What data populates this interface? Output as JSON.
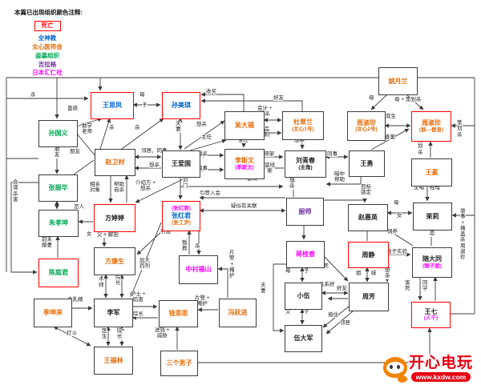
{
  "legend": {
    "title": "本篇已出现组织颜色注释:",
    "items": [
      {
        "l": {
          "t": "死亡",
          "c": "#ff0000"
        },
        "cls": "box"
      },
      {
        "l": {
          "t": "全神教",
          "c": "#0066cc"
        }
      },
      {
        "l": {
          "t": "女心医师会",
          "c": "#e36c0a"
        }
      },
      {
        "l": {
          "t": "盗墓组织",
          "c": "#00a651"
        }
      },
      {
        "l": {
          "t": "吉拉格",
          "c": "#7030a0"
        }
      },
      {
        "l": {
          "t": "日本汇仁社",
          "c": "#ff00ff"
        }
      }
    ]
  },
  "nodes": [
    {
      "style": "left:472px;top:84px;width:47px;height:33px",
      "l": [
        {
          "t": "姚月兰",
          "c": "#e36c0a"
        }
      ]
    },
    {
      "style": "left:113px;top:115px;width:52px;height:32px",
      "cls": "red",
      "l": [
        {
          "t": "王思凤",
          "c": "#0066cc"
        }
      ]
    },
    {
      "style": "left:202px;top:115px;width:46px;height:32px",
      "cls": "red",
      "l": [
        {
          "t": "孙美琪",
          "c": "#0066cc"
        }
      ]
    },
    {
      "style": "left:433px;top:139px;width:46px;height:35px",
      "l": [
        {
          "t": "周淑珍",
          "c": "#e36c0a"
        },
        {
          "t": "(女心2号)",
          "c": "#e36c0a",
          "fs": 6.5
        }
      ]
    },
    {
      "style": "left:513px;top:139px;width:48px;height:36px",
      "cls": "red",
      "l": [
        {
          "t": "周淑珍",
          "c": "#e36c0a"
        },
        {
          "t": "(损—替身)",
          "c": "#e36c0a",
          "fs": 6.5
        }
      ]
    },
    {
      "style": "left:48px;top:150px;width:47px;height:32px",
      "l": [
        {
          "t": "孙国义",
          "c": "#00a651"
        }
      ]
    },
    {
      "style": "left:280px;top:139px;width:48px;height:34px",
      "l": [
        {
          "t": "吴大福",
          "c": "#e36c0a"
        }
      ]
    },
    {
      "style": "left:352px;top:139px;width:50px;height:34px",
      "l": [
        {
          "t": "杜翠兰",
          "c": "#e36c0a"
        },
        {
          "t": "(女心1号)",
          "c": "#e36c0a",
          "fs": 6.5
        }
      ]
    },
    {
      "style": "left:118px;top:186px;width:49px;height:32px",
      "l": [
        {
          "t": "赵卫材",
          "c": "#e36c0a"
        }
      ]
    },
    {
      "style": "left:202px;top:188px;width:46px;height:32px",
      "l": [
        {
          "t": "王爱国",
          "c": "#222222"
        }
      ]
    },
    {
      "style": "left:280px;top:186px;width:48px;height:36px",
      "l": [
        {
          "t": "李斯文",
          "c": "#e36c0a"
        },
        {
          "t": "(季斯文)",
          "c": "#ff00ff",
          "fs": 6.5
        }
      ]
    },
    {
      "style": "left:355px;top:188px;width:50px;height:32px",
      "l": [
        {
          "t": "刘青春",
          "c": "#222222"
        },
        {
          "t": "(主角)",
          "c": "#222222",
          "fs": 6.5
        }
      ]
    },
    {
      "style": "left:435px;top:188px;width:43px;height:31px",
      "l": [
        {
          "t": "王勇",
          "c": "#222222"
        }
      ]
    },
    {
      "style": "left:513px;top:198px;width:49px;height:33px",
      "l": [
        {
          "t": "王素",
          "c": "#e36c0a"
        }
      ]
    },
    {
      "style": "left:48px;top:218px;width:47px;height:32px",
      "l": [
        {
          "t": "张振华",
          "c": "#00a651"
        }
      ]
    },
    {
      "style": "left:357px;top:247px;width:45px;height:33px",
      "l": [
        {
          "t": "厨师",
          "c": "#7030a0"
        }
      ]
    },
    {
      "style": "left:434px;top:255px;width:48px;height:32px",
      "l": [
        {
          "t": "赵惠英",
          "c": "#222222"
        }
      ]
    },
    {
      "style": "left:515px;top:253px;width:47px;height:33px",
      "l": [
        {
          "t": "茉莉",
          "c": "#222222"
        }
      ]
    },
    {
      "style": "left:117px;top:255px;width:50px;height:33px",
      "cls": "red",
      "l": [
        {
          "t": "方婷婷",
          "c": "#222222"
        }
      ]
    },
    {
      "style": "left:48px;top:262px;width:48px;height:32px",
      "l": [
        {
          "t": "朱孝坤",
          "c": "#00a651"
        }
      ]
    },
    {
      "style": "left:202px;top:251px;width:46px;height:36px",
      "cls": "red",
      "l": [
        {
          "t": "(张红君)",
          "c": "#ff00ff",
          "fs": 6.5
        },
        {
          "t": "张红君",
          "c": "#0066cc"
        },
        {
          "t": "(张工尹)",
          "c": "#e36c0a",
          "fs": 6.5
        }
      ]
    },
    {
      "style": "left:117px;top:309px;width:50px;height:33px",
      "l": [
        {
          "t": "方康生",
          "c": "#e36c0a"
        }
      ]
    },
    {
      "style": "left:48px;top:323px;width:48px;height:34px",
      "cls": "red",
      "l": [
        {
          "t": "陈庭君",
          "c": "#00a651"
        }
      ]
    },
    {
      "style": "left:357px;top:301px;width:46px;height:32px",
      "l": [
        {
          "t": "蒋桂香",
          "c": "#ff00ff"
        }
      ]
    },
    {
      "style": "left:434px;top:302px;width:49px;height:31px",
      "cls": "red",
      "l": [
        {
          "t": "周静",
          "c": "#222222"
        }
      ]
    },
    {
      "style": "left:514px;top:309px;width:48px;height:36px",
      "l": [
        {
          "t": "随大同",
          "c": "#222222"
        },
        {
          "t": "(猴子脸)",
          "c": "#ff00ff",
          "fs": 6.5
        }
      ]
    },
    {
      "style": "left:223px;top:319px;width:47px;height:34px",
      "l": [
        {
          "t": "中村福山",
          "c": "#ff00ff"
        }
      ]
    },
    {
      "style": "left:355px;top:353px;width:45px;height:32px",
      "l": [
        {
          "t": "小伍",
          "c": "#222222"
        }
      ]
    },
    {
      "style": "left:435px;top:353px;width:48px;height:34px",
      "l": [
        {
          "t": "周芳",
          "c": "#222222"
        }
      ]
    },
    {
      "style": "left:513px;top:377px;width:47px;height:31px",
      "cls": "red",
      "l": [
        {
          "t": "王七",
          "c": "#222222"
        },
        {
          "t": "(人干)",
          "c": "#ff00ff",
          "fs": 6.5
        }
      ]
    },
    {
      "style": "left:42px;top:373px;width:46px;height:34px",
      "l": [
        {
          "t": "季坤来",
          "c": "#e36c0a"
        }
      ]
    },
    {
      "style": "left:117px;top:373px;width:47px;height:34px",
      "l": [
        {
          "t": "李军",
          "c": "#222222"
        }
      ]
    },
    {
      "style": "left:198px;top:375px;width:47px;height:32px",
      "l": [
        {
          "t": "钱思思",
          "c": "#e36c0a"
        }
      ]
    },
    {
      "style": "left:273px;top:373px;width:45px;height:34px",
      "l": [
        {
          "t": "冯跃进",
          "c": "#e36c0a"
        }
      ]
    },
    {
      "style": "left:355px;top:406px;width:45px;height:32px",
      "l": [
        {
          "t": "伍大军",
          "c": "#222222"
        }
      ]
    },
    {
      "style": "left:117px;top:433px;width:47px;height:33px",
      "l": [
        {
          "t": "王福林",
          "c": "#e36c0a"
        }
      ]
    },
    {
      "style": "left:200px;top:438px;width:45px;height:30px",
      "l": [
        {
          "t": "三个男子",
          "c": "#e36c0a"
        }
      ]
    }
  ],
  "edge_labels": [
    {
      "t": "杀",
      "style": "left:38px;top:115px"
    },
    {
      "t": "蛊惑",
      "style": "left:84px;top:132px"
    },
    {
      "t": "数学\n老师",
      "style": "left:102px;top:154px"
    },
    {
      "t": "母",
      "style": "left:174px;top:115px"
    },
    {
      "t": "子",
      "style": "left:177px;top:128px"
    },
    {
      "t": "杀",
      "style": "left:136px;top:156px"
    },
    {
      "t": "杀",
      "style": "left:168px;top:156px"
    },
    {
      "t": "收买",
      "style": "left:257px;top:111px"
    },
    {
      "t": "好友",
      "style": "left:341px;top:119px"
    },
    {
      "t": "母",
      "style": "left:460px;top:119px"
    },
    {
      "t": "母 + 策划杀",
      "style": "left:492px;top:121px"
    },
    {
      "t": "双生",
      "style": "left:481px;top:142px"
    },
    {
      "t": "会计 +\n想杀",
      "style": "left:321px;top:132px"
    },
    {
      "t": "毒品\n控制",
      "style": "left:323px;top:158px"
    },
    {
      "t": "主任",
      "style": "left:251px;top:168px"
    },
    {
      "t": "主任",
      "style": "left:297px;top:172px"
    },
    {
      "t": "夫\n妻",
      "style": "left:219px;top:151px"
    },
    {
      "t": "想杀",
      "style": "left:245px;top:152px"
    },
    {
      "t": "邻居、同事",
      "style": "left:176px;top:185px"
    },
    {
      "t": "想杀",
      "style": "left:186px;top:203px"
    },
    {
      "t": "想杀",
      "style": "left:246px;top:189px"
    },
    {
      "t": "同事",
      "style": "left:246px;top:207px"
    },
    {
      "t": "绑架",
      "style": "left:329px;top:189px"
    },
    {
      "t": "留线\n索",
      "style": "left:330px;top:203px"
    },
    {
      "t": "想杀",
      "style": "left:367px;top:172px"
    },
    {
      "t": "同事",
      "style": "left:408px;top:189px"
    },
    {
      "t": "查案",
      "style": "left:480px;top:168px"
    },
    {
      "t": "策\n划\n杀",
      "style": "left:521px;top:172px"
    },
    {
      "t": "策\n划\n杀",
      "style": "left:570px;top:150px"
    },
    {
      "t": "主唱",
      "style": "left:516px;top:231px"
    },
    {
      "t": "经理",
      "style": "left:536px;top:231px"
    },
    {
      "t": "暗中\n帮助",
      "style": "left:417px;top:214px"
    },
    {
      "t": "目标\n锁定",
      "style": "left:450px;top:230px"
    },
    {
      "t": "喜欢",
      "style": "left:308px;top:220px"
    },
    {
      "t": "想\n杀",
      "style": "left:361px;top:222px"
    },
    {
      "t": "对\n门",
      "style": "left:228px;top:222px"
    },
    {
      "t": "引荐入会",
      "style": "left:249px;top:238px"
    },
    {
      "t": "疑似有关联",
      "style": "left:288px;top:254px"
    },
    {
      "t": "相亲\n对象",
      "style": "left:112px;top:227px"
    },
    {
      "t": "帮助\n自杀",
      "style": "left:142px;top:227px"
    },
    {
      "t": "介绍方 +\n想杀",
      "style": "left:169px;top:225px"
    },
    {
      "t": "恋人",
      "style": "left:92px;top:255px"
    },
    {
      "t": "朋\n友",
      "style": "left:68px;top:183px"
    },
    {
      "t": "朋友",
      "style": "left:87px;top:186px"
    },
    {
      "t": "朋\n友",
      "style": "left:66px;top:234px"
    },
    {
      "t": "前未\n婚妻",
      "style": "left:52px;top:296px"
    },
    {
      "t": "女",
      "style": "left:108px;top:289px"
    },
    {
      "t": "父 + 解剖",
      "style": "left:121px;top:290px"
    },
    {
      "t": "合\n谋\n杀\n害",
      "style": "left:16px;top:224px"
    },
    {
      "t": "引渡",
      "style": "left:200px;top:286px"
    },
    {
      "t": "叛\n教",
      "style": "left:227px;top:300px"
    },
    {
      "t": "杀",
      "style": "left:243px;top:304px"
    },
    {
      "t": "加大\n药剂",
      "style": "left:174px;top:322px"
    },
    {
      "t": "片\n警\n+\n掩\n护",
      "style": "left:286px;top:312px"
    },
    {
      "t": "片警 +\n掩护",
      "style": "left:243px;top:369px"
    },
    {
      "t": "母",
      "style": "left:356px;top:335px"
    },
    {
      "t": "子",
      "style": "left:379px;top:335px"
    },
    {
      "t": "替死",
      "style": "left:397px;top:329px"
    },
    {
      "t": "姐",
      "style": "left:444px;top:338px"
    },
    {
      "t": "妹",
      "style": "left:463px;top:338px"
    },
    {
      "t": "想\n杀",
      "style": "left:480px;top:334px"
    },
    {
      "t": "关系好",
      "style": "left:398px;top:352px"
    },
    {
      "t": "好友",
      "style": "left:420px;top:357px"
    },
    {
      "t": "害\n死",
      "style": "left:505px;top:350px"
    },
    {
      "t": "同\n学",
      "style": "left:527px;top:350px"
    },
    {
      "t": "夫\n妻",
      "style": "left:325px;top:353px"
    },
    {
      "t": "父",
      "style": "left:356px;top:386px"
    },
    {
      "t": "子",
      "style": "left:379px;top:386px"
    },
    {
      "t": "借住",
      "style": "left:409px;top:390px"
    },
    {
      "t": "邻居",
      "style": "left:424px;top:400px"
    },
    {
      "t": "猴子实验",
      "style": "left:482px;top:311px"
    },
    {
      "t": "饲养",
      "style": "left:483px;top:286px"
    },
    {
      "t": "暗\n恋",
      "style": "left:536px;top:281px"
    },
    {
      "t": "滋\n事\n+\n掩\n盖\n杀\n周\n淑\n珍",
      "style": "left:574px;top:260px"
    },
    {
      "t": "手\n术\n师",
      "style": "left:123px;top:338px"
    },
    {
      "t": "院\n长",
      "style": "left:144px;top:343px"
    },
    {
      "t": "医\n生",
      "style": "left:127px;top:410px"
    },
    {
      "t": "院\n长",
      "style": "left:146px;top:410px"
    },
    {
      "t": "麦乳精",
      "style": "left:84px;top:371px"
    },
    {
      "t": "护士 +\n陷害",
      "style": "left:163px;top:364px"
    },
    {
      "t": "院长",
      "style": "left:166px;top:389px"
    },
    {
      "t": "打斗",
      "style": "left:83px;top:413px"
    },
    {
      "t": "送钱 +\n威胁",
      "style": "left:193px;top:409px"
    },
    {
      "t": "母",
      "style": "left:491px;top:250px"
    },
    {
      "t": "女",
      "style": "left:495px;top:266px"
    }
  ],
  "watermark": {
    "brand": "开心电玩",
    "site": "www.kxdw.com"
  }
}
